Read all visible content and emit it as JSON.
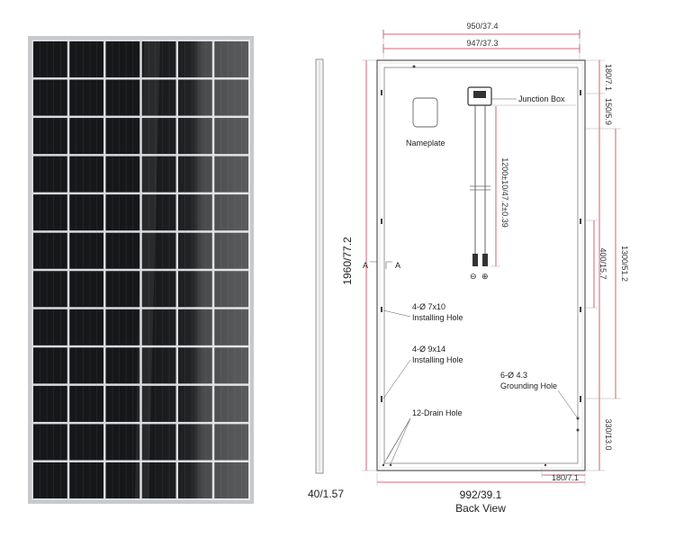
{
  "dimensions": {
    "outer_width": "950/37.4",
    "inner_width": "947/37.3",
    "top_margin": "180/7.1",
    "top_hole_offset": "150/5.9",
    "cable_length": "1200±10/47.2±0.39",
    "hole_span": "400/15.7",
    "frame_span": "1300/51.2",
    "bottom_offset": "330/13.0",
    "bottom_hole_offset": "180/7.1",
    "height": "1960/77.2",
    "thickness": "40/1.57",
    "total_width": "992/39.1"
  },
  "labels": {
    "junction_box": "Junction Box",
    "nameplate": "Nameplate",
    "installing_hole_1_size": "4-Ø 7x10",
    "installing_hole_1_name": "Installing Hole",
    "installing_hole_2_size": "4-Ø 9x14",
    "installing_hole_2_name": "Installing Hole",
    "grounding_hole_size": "6-Ø 4.3",
    "grounding_hole_name": "Grounding Hole",
    "drain_hole": "12-Drain Hole",
    "section_a_left": "A",
    "section_a_right": "A",
    "minus": "⊖",
    "plus": "⊕",
    "view_title": "Back View"
  },
  "colors": {
    "cell": "#161719",
    "cell_gap": "#d8dbdf",
    "frame": "#c7c9cc",
    "dimension_line": "#c8384e"
  }
}
